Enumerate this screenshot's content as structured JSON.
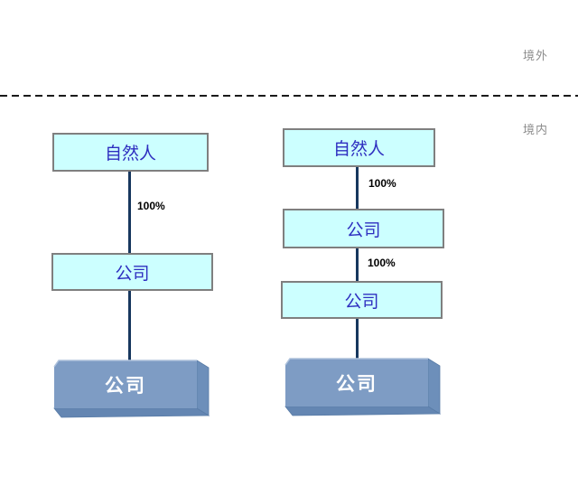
{
  "regions": {
    "offshore": "境外",
    "onshore": "境内"
  },
  "divider": {
    "style": "dashed",
    "color": "#1a1a1a"
  },
  "colors": {
    "flat_box_fill": "#ccffff",
    "flat_box_border": "#7f7f7f",
    "flat_box_text": "#2e2ec0",
    "connector": "#17375e",
    "cube_face": "#7e9cc4",
    "cube_side": "#6d8fba",
    "cube_bottom": "#6486b2",
    "cube_text": "#ffffff",
    "region_label_text": "#8c8c8c",
    "percent_text": "#000000"
  },
  "left": {
    "nodes": [
      {
        "label": "自然人",
        "type": "flat"
      },
      {
        "label": "公司",
        "type": "flat"
      },
      {
        "label": "公司",
        "type": "cube"
      }
    ],
    "edges": [
      {
        "from": 0,
        "to": 1,
        "label": "100%"
      },
      {
        "from": 1,
        "to": 2,
        "label": ""
      }
    ]
  },
  "right": {
    "nodes": [
      {
        "label": "自然人",
        "type": "flat"
      },
      {
        "label": "公司",
        "type": "flat"
      },
      {
        "label": "公司",
        "type": "flat"
      },
      {
        "label": "公司",
        "type": "cube"
      }
    ],
    "edges": [
      {
        "from": 0,
        "to": 1,
        "label": "100%"
      },
      {
        "from": 1,
        "to": 2,
        "label": "100%"
      },
      {
        "from": 2,
        "to": 3,
        "label": ""
      }
    ]
  }
}
